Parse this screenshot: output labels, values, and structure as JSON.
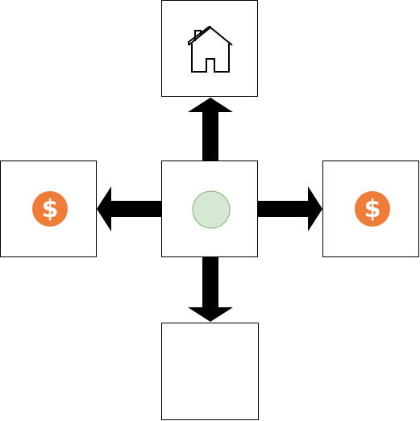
{
  "board": {
    "center": {
      "token": "player-circle",
      "token_color": "#d5e8d4",
      "token_border": "#82b366"
    },
    "neighbors": {
      "up": {
        "content": "house-icon"
      },
      "left": {
        "content": "dollar-coin-icon"
      },
      "right": {
        "content": "dollar-coin-icon"
      },
      "down": {
        "content": "empty"
      }
    },
    "coin": {
      "symbol": "$",
      "color": "#ee7d3a"
    },
    "arrows": [
      "up",
      "left",
      "right",
      "down"
    ]
  }
}
